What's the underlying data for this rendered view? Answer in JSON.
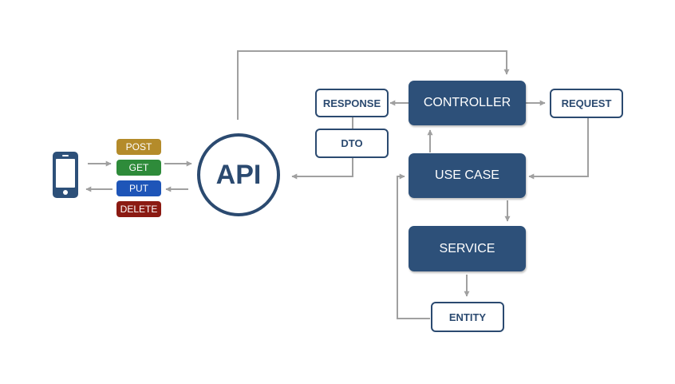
{
  "diagram": {
    "api": "API",
    "methods": {
      "post": "POST",
      "get": "GET",
      "put": "PUT",
      "delete": "DELETE"
    },
    "nodes": {
      "controller": "CONTROLLER",
      "use_case": "USE CASE",
      "service": "SERVICE",
      "response": "RESPONSE",
      "dto": "DTO",
      "request": "REQUEST",
      "entity": "ENTITY"
    }
  },
  "colors": {
    "dark_box": "#2d5079",
    "outline": "#2b4a70",
    "arrow": "#a0a0a0",
    "post": "#b48b2a",
    "get": "#2e8b3a",
    "put": "#1e55b8",
    "delete": "#8b1a12"
  },
  "icons": [
    "smartphone-icon"
  ]
}
